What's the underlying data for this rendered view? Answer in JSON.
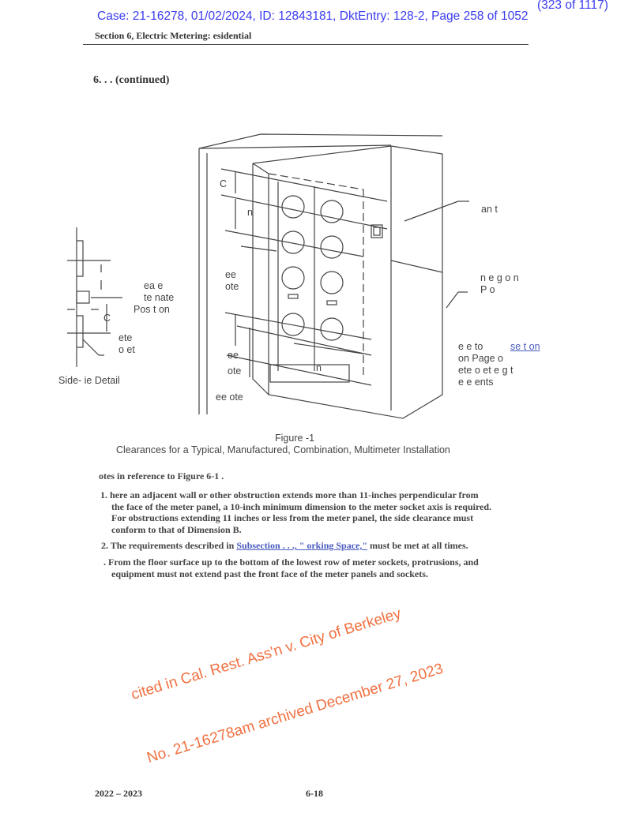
{
  "stamp": {
    "case_line": "Case: 21-16278, 01/02/2024, ID: 12843181, DktEntry: 128-2, Page 258 of 1052",
    "page_count": "(323 of 1117)"
  },
  "header": {
    "section": "Section 6, Electric Metering:   esidential"
  },
  "heading": "6. . . (continued)",
  "figure": {
    "labels": {
      "c_top": "C",
      "n_top": "n",
      "an_t": "an     t",
      "see_note_1a": "ee",
      "see_note_1b": "ote",
      "negon": "n e g o n",
      "p_o": "P      o",
      "see_note_2a": "ee",
      "see_note_2b": "ote",
      "n_bottom": "n",
      "see_note_3": "ee   ote",
      "refer_1": "e e  to",
      "refer_link": "se t on",
      "refer_2": "on Page          o",
      "refer_3": "ete    o   et   e g  t",
      "refer_4": "e      e  ents",
      "side_alt_1": "ea  e",
      "side_alt_2": "te nate",
      "side_alt_3": "Pos t on",
      "side_c": "C",
      "side_meter_1": "ete",
      "side_meter_2": "o    et",
      "side_detail": "Side-  ie    Detail"
    },
    "number": "Figure   -1",
    "caption": "Clearances for a Typical, Manufactured, Combination, Multimeter Installation"
  },
  "watermark": {
    "line1": "cited in Cal. Rest. Ass'n v. City of Berkeley",
    "line2": "No. 21-16278am archived December 27, 2023"
  },
  "notes": {
    "intro": "otes in reference to Figure 6-1  .",
    "item1": [
      "1.     here an adjacent wall or other obstruction extends more than 11-inches perpendicular from",
      "the face of the meter panel, a 10-inch minimum dimension to the meter socket axis is required.",
      "For obstructions extending 11 inches or less from the meter panel, the side clearance must",
      "conform to that of Dimension B."
    ],
    "item2_pre": "2. The requirements described in ",
    "item2_link": "Subsection   .  .  ., \"    orking Space,\"",
    "item2_post": " must be met at all times.",
    "item3": [
      ". From the floor surface up to the bottom of the lowest row of meter sockets, protrusions, and",
      "equipment must not extend past the front face of the meter panels and sockets."
    ]
  },
  "footer": {
    "years": "2022 – 2023",
    "page": "6-18"
  }
}
